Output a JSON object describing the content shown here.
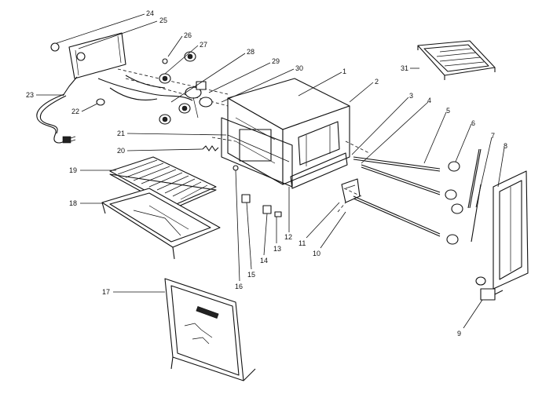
{
  "callouts": [
    "1",
    "2",
    "3",
    "4",
    "5",
    "6",
    "7",
    "8",
    "9",
    "10",
    "11",
    "12",
    "13",
    "14",
    "15",
    "16",
    "17",
    "18",
    "19",
    "20",
    "21",
    "22",
    "23",
    "24",
    "25",
    "26",
    "27",
    "28",
    "29",
    "30",
    "31"
  ],
  "colors": {
    "ink": "#111111",
    "paper": "#ffffff"
  }
}
